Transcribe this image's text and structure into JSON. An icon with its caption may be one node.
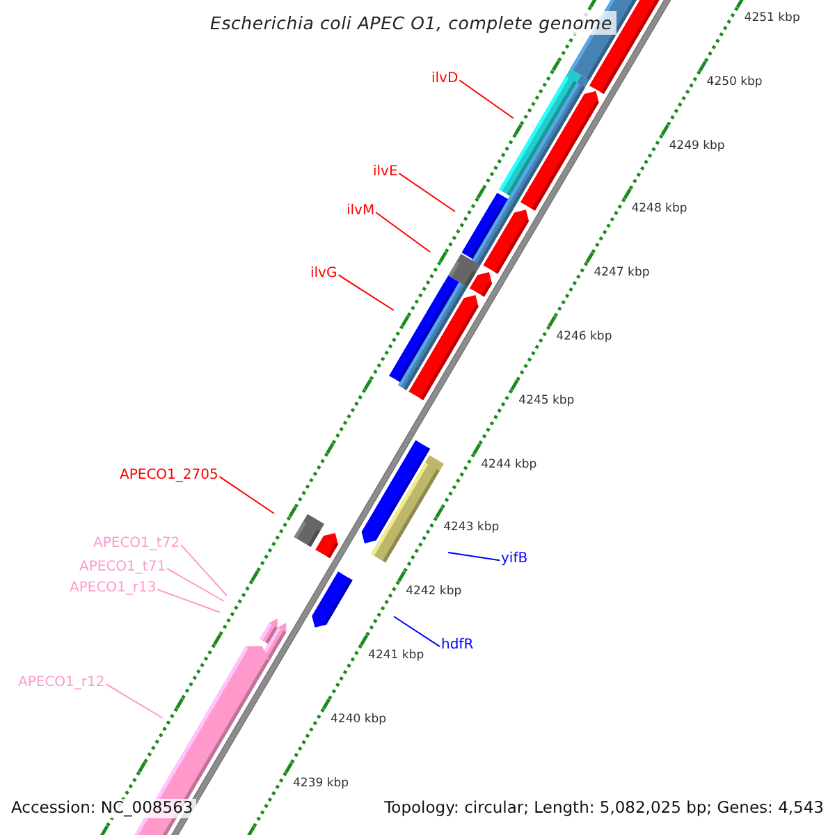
{
  "diagram": {
    "title": "Escherichia coli APEC O1, complete genome",
    "nodes": [
      {
        "text": [
          "ilvD"
        ]
      },
      {
        "text": [
          "ilvE"
        ]
      },
      {
        "text": [
          "ilvM"
        ]
      },
      {
        "text": [
          "ilvG"
        ]
      },
      {
        "text": [
          "APECO1_2705"
        ]
      },
      {
        "text": [
          "APECO1_t72"
        ]
      },
      {
        "text": [
          "yifB"
        ]
      },
      {
        "text": [
          "APECO1_t71"
        ]
      },
      {
        "text": [
          "APECO1_r13"
        ]
      },
      {
        "text": [
          "hdfR"
        ]
      },
      {
        "text": [
          "APECO1_r12"
        ]
      }
    ],
    "edges": [
      {
        "from": 0,
        "to": null,
        "arrow": "none"
      },
      {
        "from": 1,
        "to": null,
        "arrow": "none"
      },
      {
        "from": 2,
        "to": null,
        "arrow": "none"
      },
      {
        "from": 3,
        "to": null,
        "arrow": "none"
      },
      {
        "from": 4,
        "to": null,
        "arrow": "none"
      },
      {
        "from": 5,
        "to": null,
        "arrow": "none",
        "color": "#ff99cc"
      },
      {
        "from": 6,
        "to": null,
        "arrow": "none",
        "color": "#0000ff"
      },
      {
        "from": 7,
        "to": null,
        "arrow": "none",
        "color": "#ff99cc"
      },
      {
        "from": 8,
        "to": null,
        "arrow": "none",
        "color": "#ff99cc"
      },
      {
        "from": 9,
        "to": null,
        "arrow": "none",
        "color": "#0000ff"
      },
      {
        "from": 10,
        "to": null,
        "arrow": "none",
        "color": "#ff99cc"
      }
    ],
    "labels": [
      "4251 kbp",
      "4250 kbp",
      "4249 kbp",
      "4248 kbp",
      "4247 kbp",
      "4246 kbp",
      "4245 kbp",
      "4244 kbp",
      "4243 kbp",
      "4242 kbp",
      "4241 kbp",
      "4240 kbp",
      "4239 kbp",
      "Accession: NC_008563",
      "Topology: circular; Length: 5,082,025 bp; Genes: 4,543"
    ]
  }
}
